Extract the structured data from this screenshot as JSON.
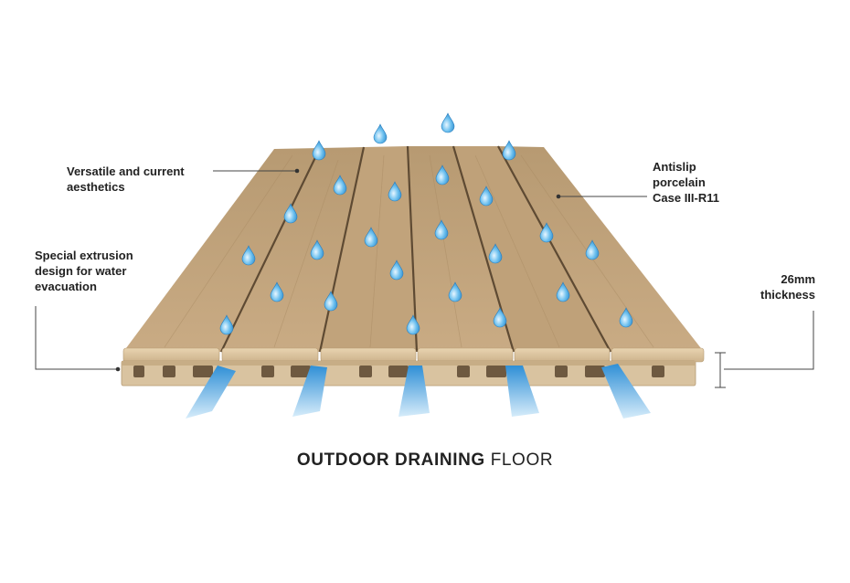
{
  "labels": {
    "aesthetics": [
      "Versatile and current",
      "aesthetics"
    ],
    "extrusion": [
      "Special extrusion",
      "design for water",
      "evacuation"
    ],
    "antislip": [
      "Antislip",
      "porcelain",
      "Case III-R11"
    ],
    "thickness": [
      "26mm",
      "thickness"
    ]
  },
  "title": {
    "bold": "OUTDOOR DRAINING",
    "light": "FLOOR"
  },
  "colors": {
    "wood_light": "#d2b48c",
    "wood_dark": "#a88a62",
    "water": "#4aa8e0",
    "leader": "#444444"
  }
}
